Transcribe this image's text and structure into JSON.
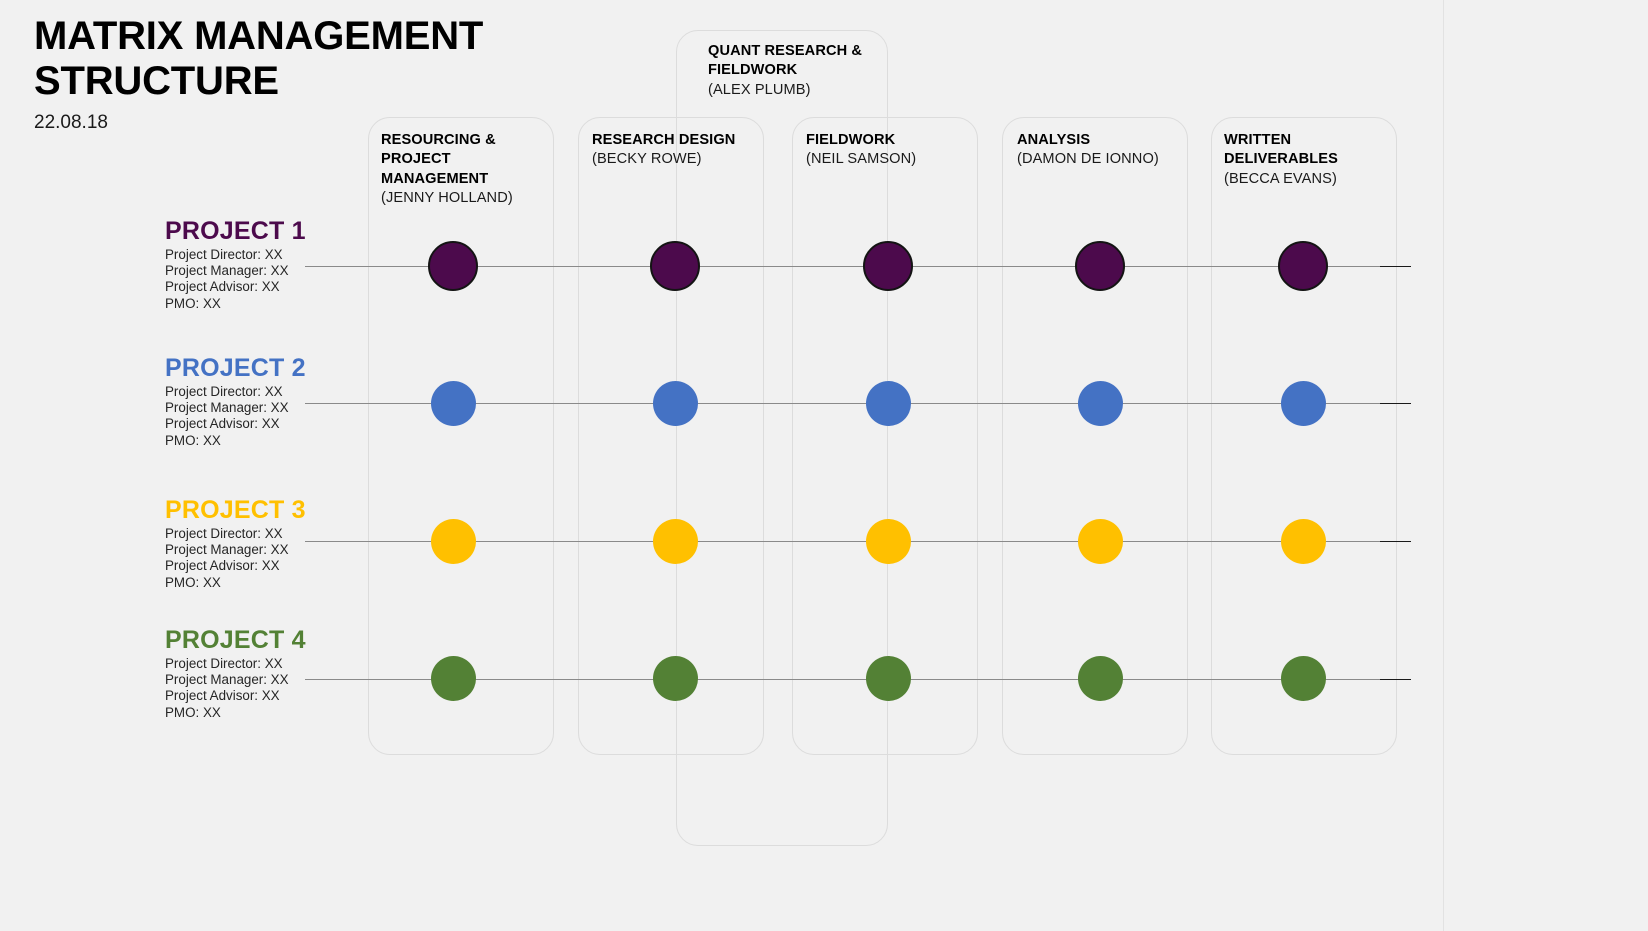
{
  "header": {
    "title": "MATRIX MANAGEMENT STRUCTURE",
    "title_line1": "MATRIX MANAGEMENT",
    "title_line2": "STRUCTURE",
    "date": "22.08.18"
  },
  "colors": {
    "background": "#f1f1f1",
    "box_border": "#dcdcdc",
    "line": "#8a8a8a",
    "line_dark": "#1a1a1a",
    "project_1": "#4c0a4c",
    "project_2": "#4472c4",
    "project_3": "#ffc000",
    "project_4": "#538135",
    "title": "#000000"
  },
  "columns": [
    {
      "title": "RESOURCING & PROJECT MANAGEMENT",
      "owner": "(JENNY HOLLAND)"
    },
    {
      "title": "RESEARCH DESIGN",
      "owner": "(BECKY ROWE)"
    },
    {
      "title": "FIELDWORK",
      "owner": "(NEIL SAMSON)"
    },
    {
      "title": "ANALYSIS",
      "owner": "(DAMON DE IONNO)"
    },
    {
      "title": "WRITTEN DELIVERABLES",
      "owner": "(BECCA EVANS)"
    }
  ],
  "overlay_column": {
    "title": "QUANT RESEARCH & FIELDWORK",
    "owner": "(ALEX PLUMB)"
  },
  "projects": [
    {
      "name": "PROJECT 1",
      "color": "#4c0a4c",
      "roles": [
        "Project Director: XX",
        "Project Manager: XX",
        "Project Advisor: XX",
        "PMO: XX"
      ]
    },
    {
      "name": "PROJECT 2",
      "color": "#4472c4",
      "roles": [
        "Project Director: XX",
        "Project Manager: XX",
        "Project Advisor: XX",
        "PMO: XX"
      ]
    },
    {
      "name": "PROJECT 3",
      "color": "#ffc000",
      "roles": [
        "Project Director: XX",
        "Project Manager: XX",
        "Project Advisor: XX",
        "PMO: XX"
      ]
    },
    {
      "name": "PROJECT 4",
      "color": "#538135",
      "roles": [
        "Project Director: XX",
        "Project Manager: XX",
        "Project Advisor: XX",
        "PMO: XX"
      ]
    }
  ]
}
